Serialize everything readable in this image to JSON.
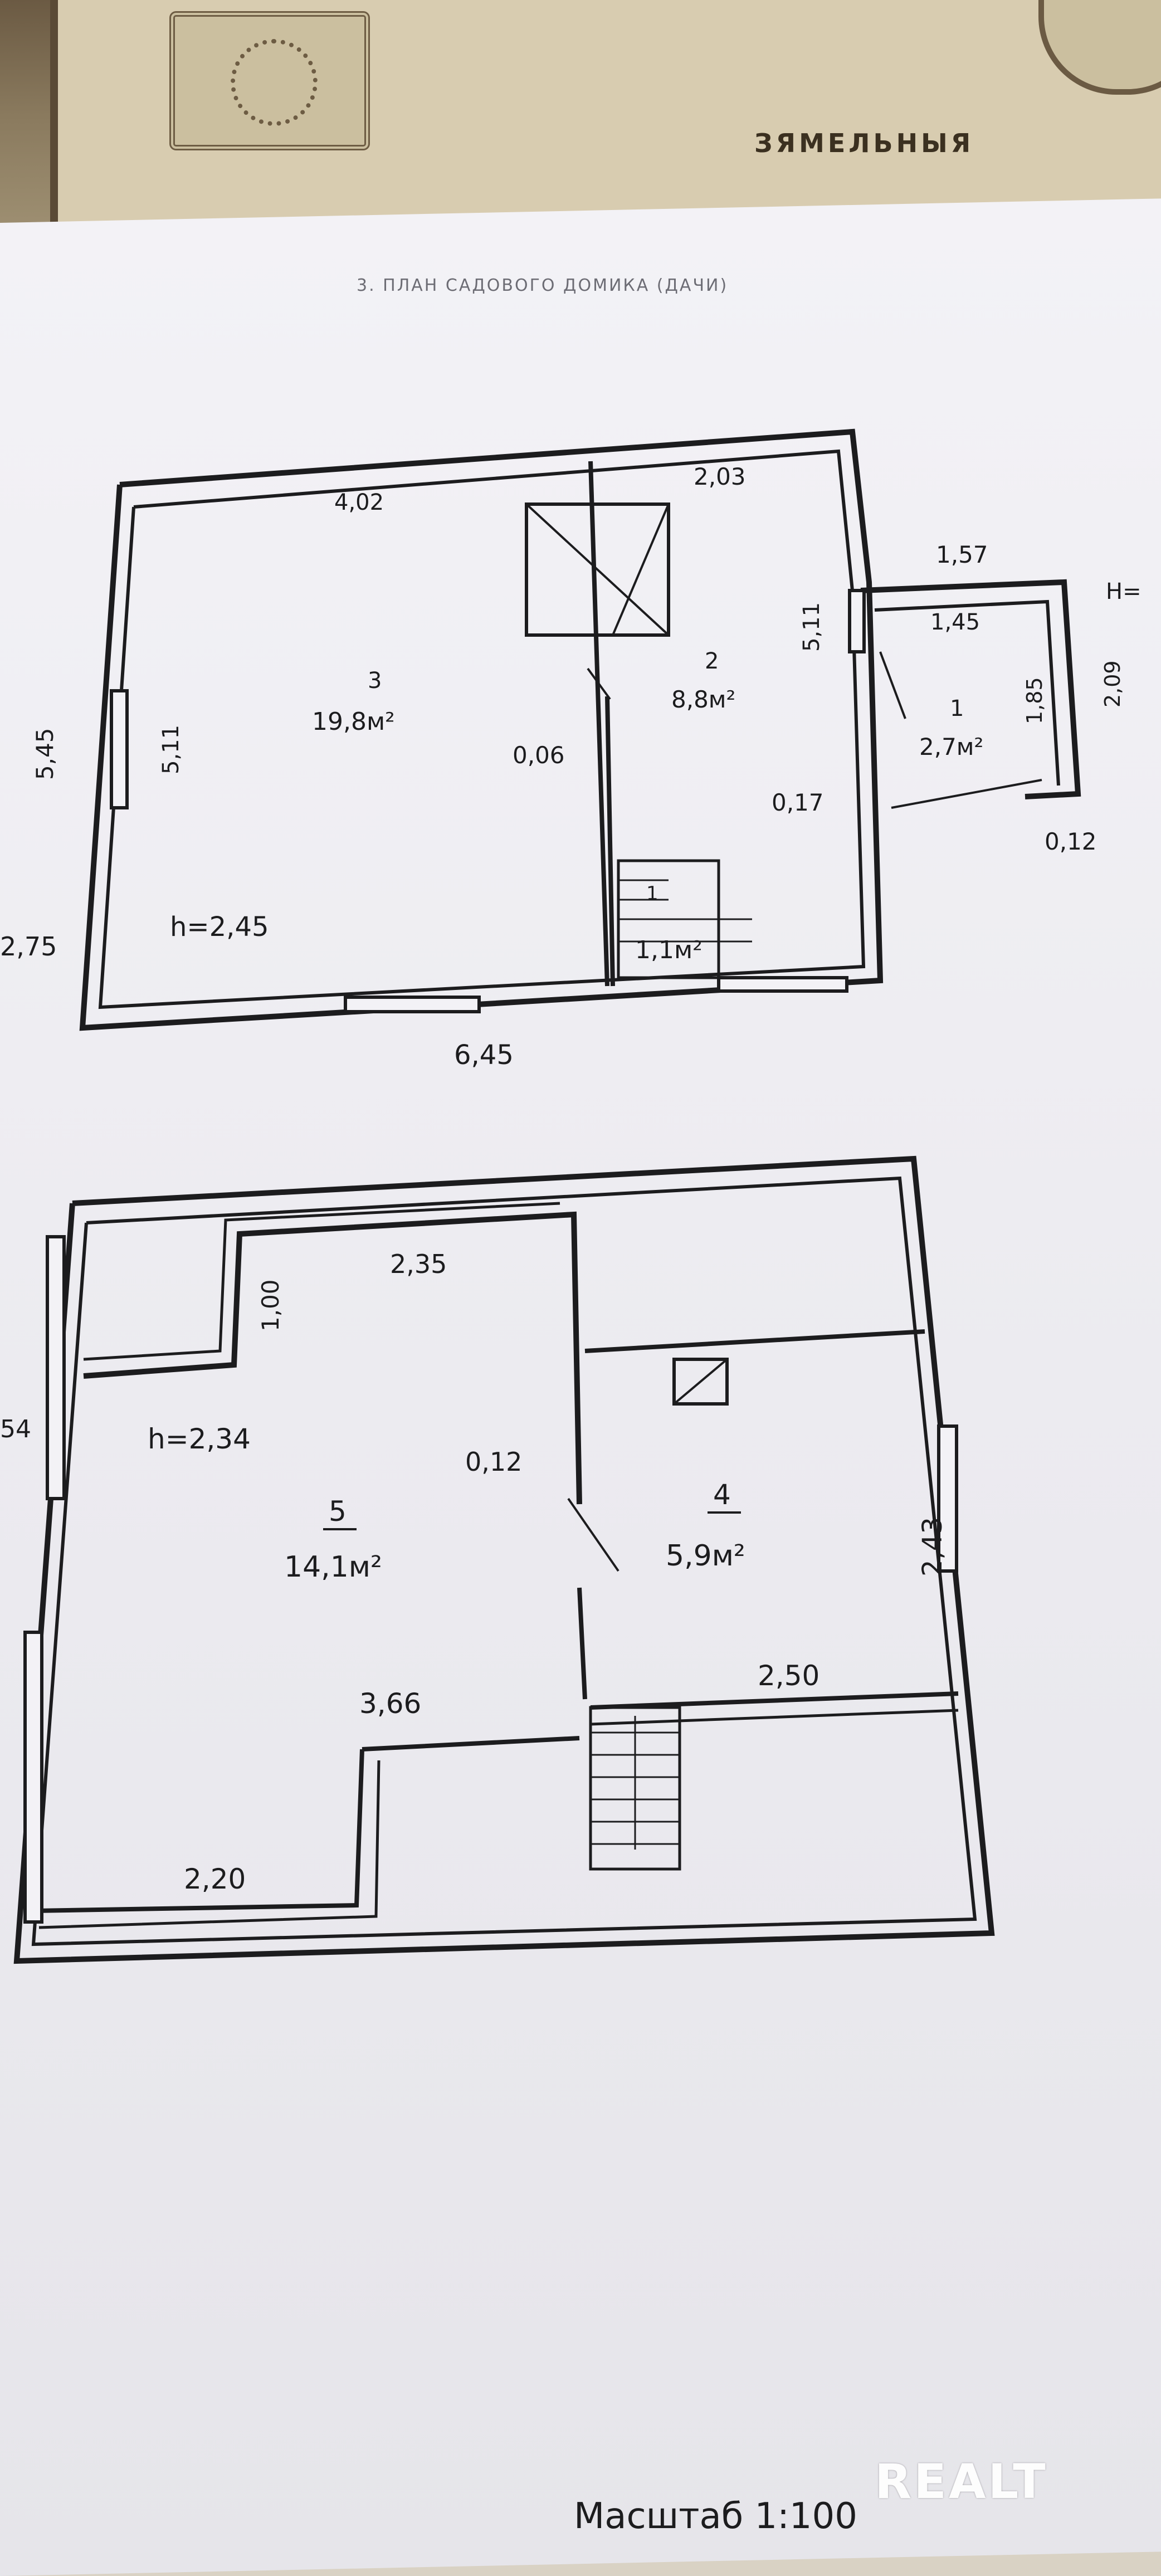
{
  "document": {
    "certificate_word": "ЗЯМЕЛЬНЫЯ",
    "heading": "3. ПЛАН САДОВОГО ДОМИКА (ДАЧИ)",
    "scale": "Масштаб 1:100",
    "watermark": "REALT"
  },
  "upper_plan": {
    "dims": {
      "top_left": "4,02",
      "top_right": "2,03",
      "left_outer": "5,45",
      "left_inner": "5,11",
      "mid_wall": "5,11",
      "partition": "0,06",
      "wall_thick": "0,17",
      "bottom": "6,45",
      "left_cut": "2,75",
      "porch_top": "1,57",
      "porch_inner": "1,45",
      "porch_height_inner": "1,85",
      "porch_height_outer": "2,09",
      "porch_wall": "0,12",
      "height_cut": "H="
    },
    "height": "h=2,45",
    "rooms": [
      {
        "num": "3",
        "area": "19,8м²"
      },
      {
        "num": "2",
        "area": "8,8м²"
      },
      {
        "num": "1",
        "area": "2,7м²"
      },
      {
        "num": "1",
        "area": "1,1м²"
      }
    ]
  },
  "lower_plan": {
    "dims": {
      "top": "2,35",
      "notch": "1,00",
      "partition": "0,12",
      "left_cut": "54",
      "right": "2,43",
      "mid_left": "3,66",
      "mid_right": "2,50",
      "bottom": "2,20"
    },
    "height": "h=2,34",
    "rooms": [
      {
        "num": "5",
        "area": "14,1м²"
      },
      {
        "num": "4",
        "area": "5,9м²"
      }
    ]
  }
}
